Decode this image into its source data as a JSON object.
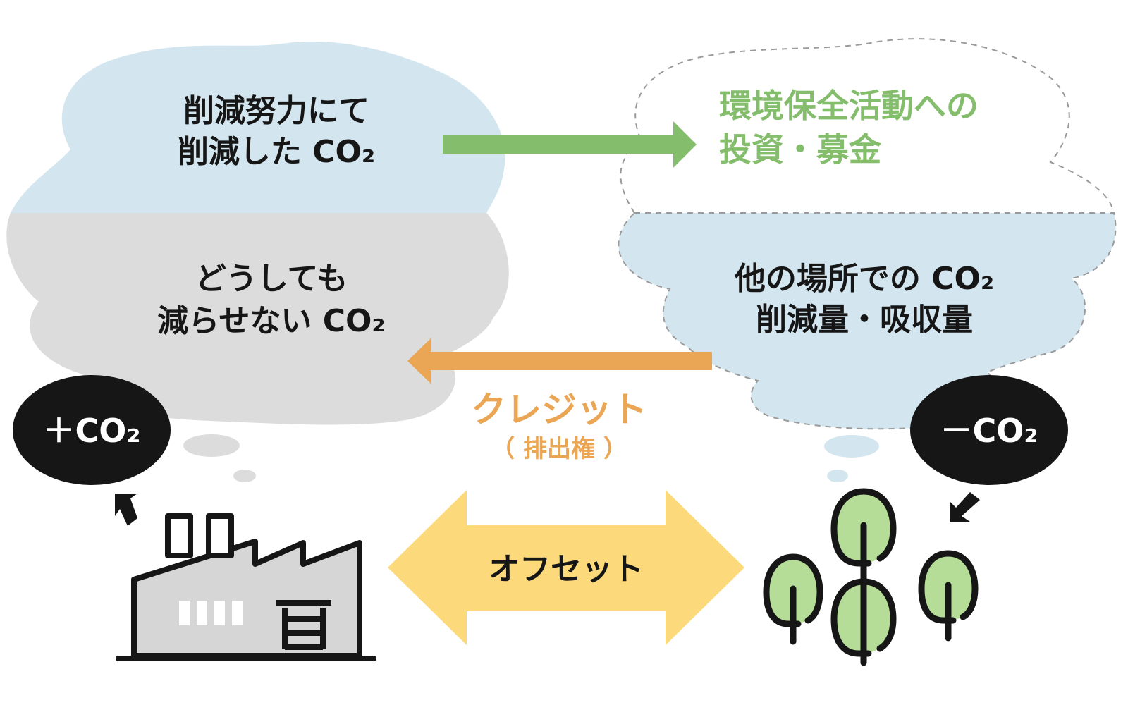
{
  "diagram": {
    "reduced_co2": {
      "line1": "削減努力にて",
      "line2": "削減した CO₂"
    },
    "investment": {
      "line1": "環境保全活動への",
      "line2": "投資・募金"
    },
    "unavoidable_co2": {
      "line1": "どうしても",
      "line2": "減らせない CO₂"
    },
    "other_place_co2": {
      "line1": "他の場所での CO₂",
      "line2": "削減量・吸収量"
    },
    "credit": {
      "label": "クレジット",
      "sublabel": "（ 排出権 ）"
    },
    "offset": {
      "label": "オフセット"
    },
    "plus_co2": {
      "label": "＋CO₂"
    },
    "minus_co2": {
      "label": "－CO₂"
    }
  },
  "colors": {
    "blue_cloud": "#d3e6ef",
    "gray_cloud": "#dcdcdc",
    "green_arrow": "#84bd6c",
    "orange_arrow": "#eaa655",
    "yellow_arrow": "#fcd97a",
    "green_text": "#84bd6c",
    "orange_text": "#eaa655",
    "tree_green": "#b5dd98",
    "factory_gray": "#d6d6d6",
    "ink": "#161616"
  },
  "icons": [
    "factory-icon",
    "trees-icon"
  ]
}
